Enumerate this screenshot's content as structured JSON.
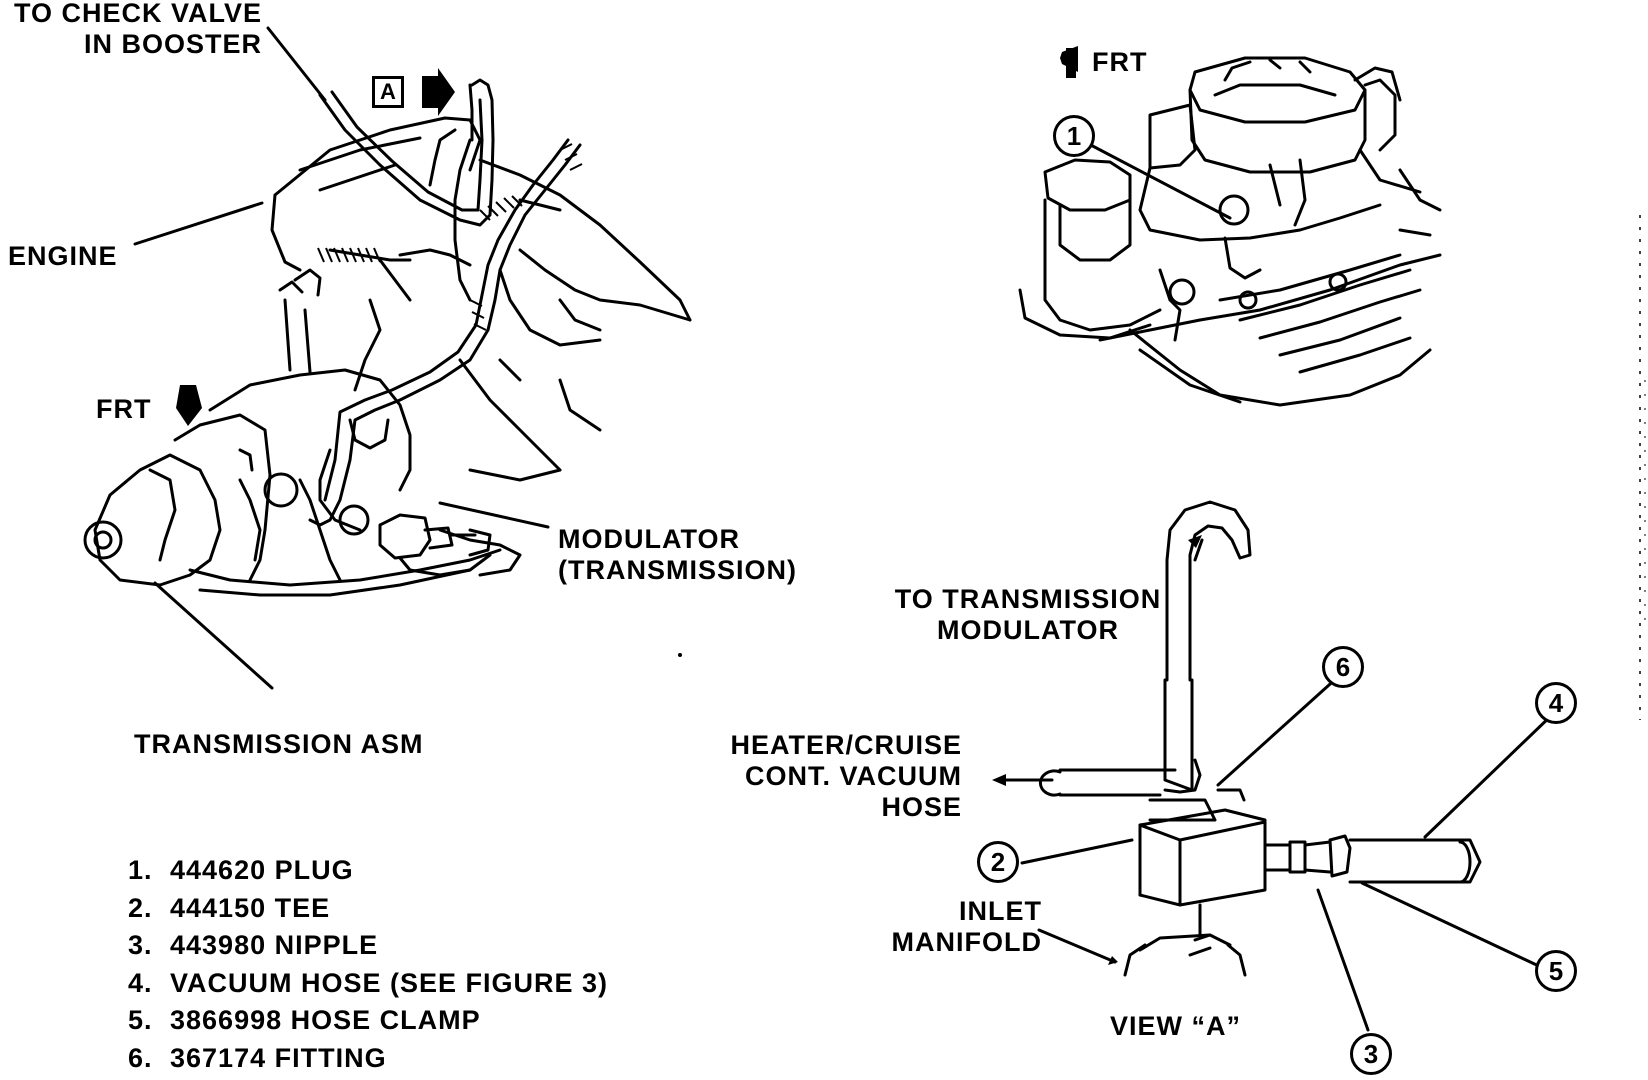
{
  "labels": {
    "check_valve": [
      "TO CHECK VALVE",
      "IN BOOSTER"
    ],
    "view_a_box": "A",
    "engine": "ENGINE",
    "frt_left": "FRT",
    "frt_right": "FRT",
    "modulator": [
      "MODULATOR",
      "(TRANSMISSION)"
    ],
    "transmission_asm": "TRANSMISSION ASM",
    "to_transmission_modulator": [
      "TO TRANSMISSION",
      "MODULATOR"
    ],
    "heater_cruise": [
      "HEATER/CRUISE",
      "CONT. VACUUM",
      "HOSE"
    ],
    "inlet_manifold": [
      "INLET",
      "MANIFOLD"
    ],
    "view_a_caption": "VIEW “A”"
  },
  "callouts": [
    "1",
    "2",
    "3",
    "4",
    "5",
    "6"
  ],
  "legend": [
    {
      "num": "1.",
      "text": "444620 PLUG"
    },
    {
      "num": "2.",
      "text": "444150 TEE"
    },
    {
      "num": "3.",
      "text": "443980 NIPPLE"
    },
    {
      "num": "4.",
      "text": "VACUUM HOSE (SEE FIGURE 3)"
    },
    {
      "num": "5.",
      "text": "3866998 HOSE CLAMP"
    },
    {
      "num": "6.",
      "text": "367174 FITTING"
    }
  ]
}
